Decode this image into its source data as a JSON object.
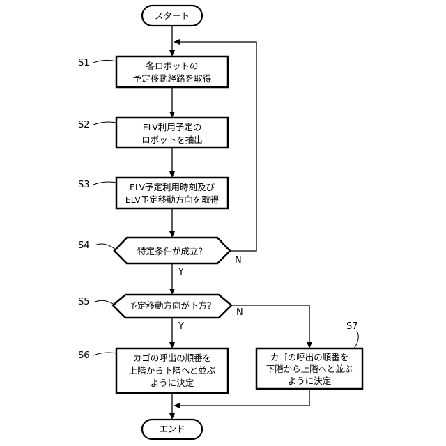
{
  "flowchart": {
    "start": "スタート",
    "end": "エンド",
    "steps": {
      "s1": {
        "label": "S1",
        "lines": [
          "各ロボットの",
          "予定移動経路を取得"
        ]
      },
      "s2": {
        "label": "S2",
        "lines": [
          "ELV利用予定の",
          "ロボットを抽出"
        ]
      },
      "s3": {
        "label": "S3",
        "lines": [
          "ELV予定利用時刻及び",
          "ELV予定移動方向を取得"
        ]
      },
      "s4": {
        "label": "S4",
        "text": "特定条件が成立？",
        "yes": "Y",
        "no": "N"
      },
      "s5": {
        "label": "S5",
        "text": "予定移動方向が下方？",
        "yes": "Y",
        "no": "N"
      },
      "s6": {
        "label": "S6",
        "lines": [
          "カゴの呼出の順番を",
          "上階から下階へと並ぶ",
          "ように決定"
        ]
      },
      "s7": {
        "label": "S7",
        "lines": [
          "カゴの呼出の順番を",
          "下階から上階へと並ぶ",
          "ように決定"
        ]
      }
    }
  }
}
